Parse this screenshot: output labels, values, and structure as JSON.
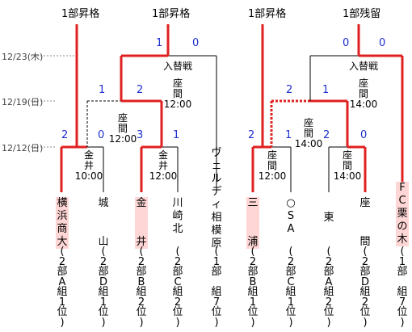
{
  "dates": [
    "12/23(木)",
    "12/19(日)",
    "12/12(日)"
  ],
  "results": [
    "1部昇格",
    "1部昇格",
    "1部昇格",
    "1部残留"
  ],
  "matches": {
    "a1": {
      "label": "金\n井\n10:00"
    },
    "a2": {
      "label": "金\n井\n12:00"
    },
    "b1": {
      "label": "座\n間\n12:00"
    },
    "b2": {
      "label": "座\n間\n14:00"
    },
    "a_semi": {
      "label": "座\n間\n12:00"
    },
    "b_semi": {
      "label": "座\n間\n14:00"
    },
    "a_final": {
      "label": "入替戦"
    },
    "a_final_venue": {
      "label": "座\n間\n12:00"
    },
    "b_final": {
      "label": "入替戦"
    },
    "b_final_venue": {
      "label": "座\n間\n14:00"
    }
  },
  "scores": {
    "a1_left": "2",
    "a1_right": "0",
    "a2_left": "3",
    "a2_right": "1",
    "a_semi_left": "1",
    "a_semi_right": "2",
    "a_final_left": "1",
    "a_final_right": "0",
    "b1_left": "2",
    "b1_right": "1",
    "b2_left": "2",
    "b2_right": "0",
    "b_semi_left": "2",
    "b_semi_right": "1",
    "b_final_left": "0",
    "b_final_right": "0"
  },
  "teams": [
    {
      "name": "横\n浜\n商\n大",
      "detail": "(\n2\n部\nA\n組\n1\n位\n)"
    },
    {
      "name": "城\n\n\n山",
      "detail": "(\n2\n部\nD\n組\n1\n位\n)"
    },
    {
      "name": "金\n\n\n井",
      "detail": "(\n2\n部\nB\n組\n2\n位\n)"
    },
    {
      "name": "川\n崎\n北",
      "detail": "(\n2\n部\nC\n組\n2\n位\n)"
    },
    {
      "name": "ヴ\nェ\nル\nデ\nィ\n相\n模\n原",
      "detail": "(\n1\n部\n\n組\n7\n位\n)"
    },
    {
      "name": "三\n\n\n浦",
      "detail": "(\n2\n部\nB\n組\n1\n位\n)"
    },
    {
      "name": "○\nS\nA",
      "detail": "(\n2\n部\nC\n組\n1\n位\n)"
    },
    {
      "name": "東",
      "detail": "(\n2\n部\nA\n組\n2\n位\n)"
    },
    {
      "name": "座\n\n\n間",
      "detail": "(\n2\n部\nD\n組\n2\n位\n)"
    },
    {
      "name": "F\nC\n栗\nの\n木",
      "detail": "(\n1\n部\n\n組\n7\n位\n)"
    }
  ],
  "colors": {
    "win": "#e02020",
    "line": "#000000",
    "score": "#1f2fd0",
    "highlight": "#ffd6d6"
  }
}
